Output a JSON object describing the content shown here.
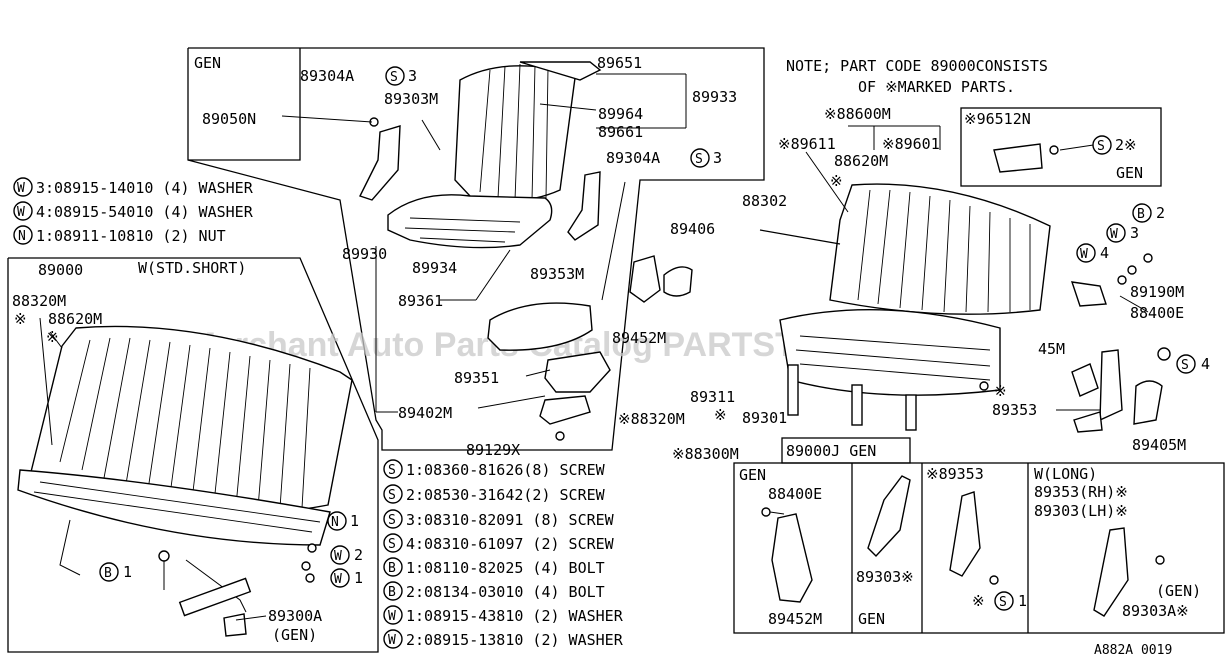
{
  "note": {
    "line1": "NOTE; PART CODE 89000CONSISTS",
    "line2": "OF ※MARKED PARTS."
  },
  "boxes": {
    "gen_top": "GEN",
    "gen_right": "GEN",
    "gen_bottom_left": "GEN",
    "gen_bottom_mid": "GEN",
    "long_title": "W(LONG)",
    "std_short": "W(STD.SHORT)",
    "gen_paren": "(GEN)"
  },
  "legend_top": [
    {
      "sym": "W",
      "text": "3:08915-14010 (4) WASHER"
    },
    {
      "sym": "W",
      "text": "4:08915-54010 (4) WASHER"
    },
    {
      "sym": "N",
      "text": "1:08911-10810 (2) NUT"
    }
  ],
  "legend_bottom": [
    {
      "sym": "S",
      "text": "1:08360-81626(8) SCREW"
    },
    {
      "sym": "S",
      "text": "2:08530-31642(2) SCREW"
    },
    {
      "sym": "S",
      "text": "3:08310-82091 (8) SCREW"
    },
    {
      "sym": "S",
      "text": "4:08310-61097 (2) SCREW"
    },
    {
      "sym": "B",
      "text": "1:08110-82025 (4) BOLT"
    },
    {
      "sym": "B",
      "text": "2:08134-03010 (4) BOLT"
    },
    {
      "sym": "W",
      "text": "1:08915-43810 (2) WASHER"
    },
    {
      "sym": "W",
      "text": "2:08915-13810 (2) WASHER"
    }
  ],
  "parts": {
    "p89050N": "89050N",
    "p89304A": "89304A",
    "p89304A_s": "S",
    "p89304A_n": "3",
    "p89304A_2": "89304A",
    "p89304A_2s": "S",
    "p89304A_2n": "3",
    "p89303M": "89303M",
    "p89651": "89651",
    "p89933": "89933",
    "p89964": "89964",
    "p89661": "89661",
    "p89930": "89930",
    "p89934": "89934",
    "p89353M": "89353M",
    "p89361": "89361",
    "p89406": "89406",
    "p89452M": "89452M",
    "p89351": "89351",
    "p89402M": "89402M",
    "p89129X": "89129X",
    "p89000": "89000",
    "p88320M_left": "88320M",
    "p88620M_left": "88620M",
    "p89300A": "89300A",
    "p_gen_paren": "(GEN)",
    "p88600M": "※88600M",
    "p89611": "※89611",
    "p89601": "※89601",
    "p88620M_right": "88620M",
    "p96512N": "※96512N",
    "p88302": "88302",
    "p89190M": "89190M",
    "p88400E": "88400E",
    "p89311": "89311",
    "p89301": "89301",
    "p88320M_right": "※88320M",
    "p88300M": "※88300M",
    "p89353_mid": "89353",
    "p89405M": "89405M",
    "p89000J": "89000J GEN",
    "p88400E_box": "88400E",
    "p89452M_box": "89452M",
    "p89303_box": "89303※",
    "p89353_box": "※89353",
    "p89353RH": "89353(RH)※",
    "p89303LH": "89303(LH)※",
    "p_genparen2": "(GEN)",
    "p89303A": "89303A※",
    "p145M": "45M",
    "asterisk": "※"
  },
  "callouts": {
    "s1": "S",
    "s1n": "1",
    "s2": "S",
    "s2n": "2※",
    "s4": "S",
    "s4n": "4",
    "b1": "B",
    "b1n": "1",
    "b2": "B",
    "b2n": "2",
    "w1": "W",
    "w1n": "1",
    "w2": "W",
    "w2n": "2",
    "w3": "W",
    "w3n": "3",
    "w4": "W",
    "w4n": "4",
    "n1": "N",
    "n1n": "1"
  },
  "watermark": "Offers Merchant Auto Parts Catalog PARTSTORE.SA",
  "figure_code": "A882A 0019"
}
